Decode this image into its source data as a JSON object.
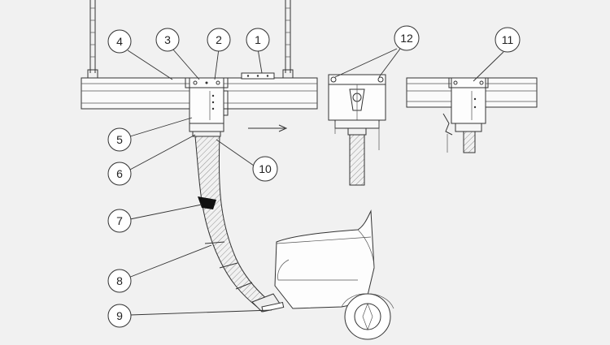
{
  "diagram": {
    "callouts": [
      {
        "id": "c1",
        "label": "1"
      },
      {
        "id": "c2",
        "label": "2"
      },
      {
        "id": "c3",
        "label": "3"
      },
      {
        "id": "c4",
        "label": "4"
      },
      {
        "id": "c5",
        "label": "5"
      },
      {
        "id": "c6",
        "label": "6"
      },
      {
        "id": "c7",
        "label": "7"
      },
      {
        "id": "c8",
        "label": "8"
      },
      {
        "id": "c9",
        "label": "9"
      },
      {
        "id": "c10",
        "label": "10"
      },
      {
        "id": "c11",
        "label": "11"
      },
      {
        "id": "c12",
        "label": "12"
      }
    ],
    "colors": {
      "background": "#f1f1f1",
      "line": "#333333",
      "hatch": "#777777",
      "fill_dark": "#111111"
    }
  }
}
